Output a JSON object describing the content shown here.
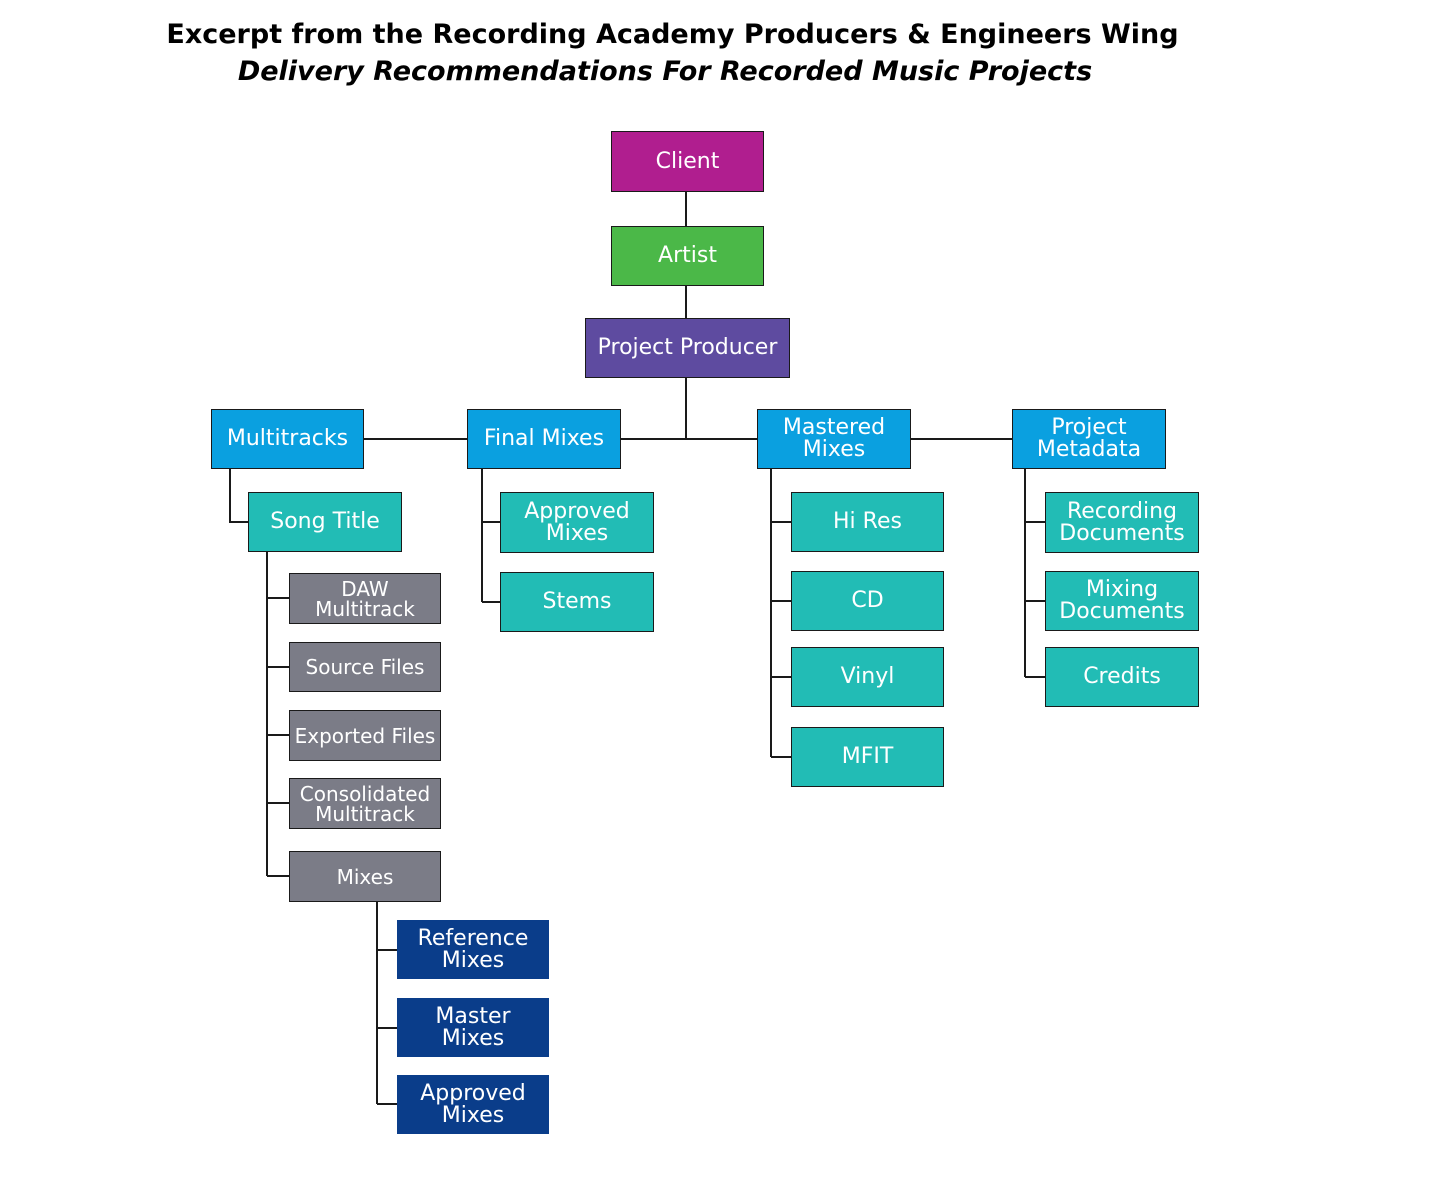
{
  "title": {
    "main": "Excerpt from the Recording Academy Producers & Engineers Wing",
    "sub": "Delivery Recommendations For Recorded Music Projects"
  },
  "colors": {
    "client": "#b01e8f",
    "artist": "#4bb848",
    "producer": "#5e4ba0",
    "category": "#0aa0e0",
    "item": "#22bcb5",
    "file": "#7b7c87",
    "mix": "#0a3d8a"
  },
  "nodes": {
    "client": "Client",
    "artist": "Artist",
    "producer": "Project Producer",
    "multitracks": "Multitracks",
    "final_mixes": "Final Mixes",
    "mastered_mixes": "Mastered\nMixes",
    "project_metadata": "Project\nMetadata",
    "song_title": "Song Title",
    "daw_multitrack": "DAW\nMultitrack",
    "source_files": "Source Files",
    "exported_files": "Exported Files",
    "consolidated_multitrack": "Consolidated\nMultitrack",
    "mixes": "Mixes",
    "reference_mixes": "Reference\nMixes",
    "master_mixes": "Master\nMixes",
    "approved_mixes_song": "Approved\nMixes",
    "approved_mixes_final": "Approved\nMixes",
    "stems": "Stems",
    "hi_res": "Hi Res",
    "cd": "CD",
    "vinyl": "Vinyl",
    "mfit": "MFIT",
    "recording_documents": "Recording\nDocuments",
    "mixing_documents": "Mixing\nDocuments",
    "credits": "Credits"
  }
}
